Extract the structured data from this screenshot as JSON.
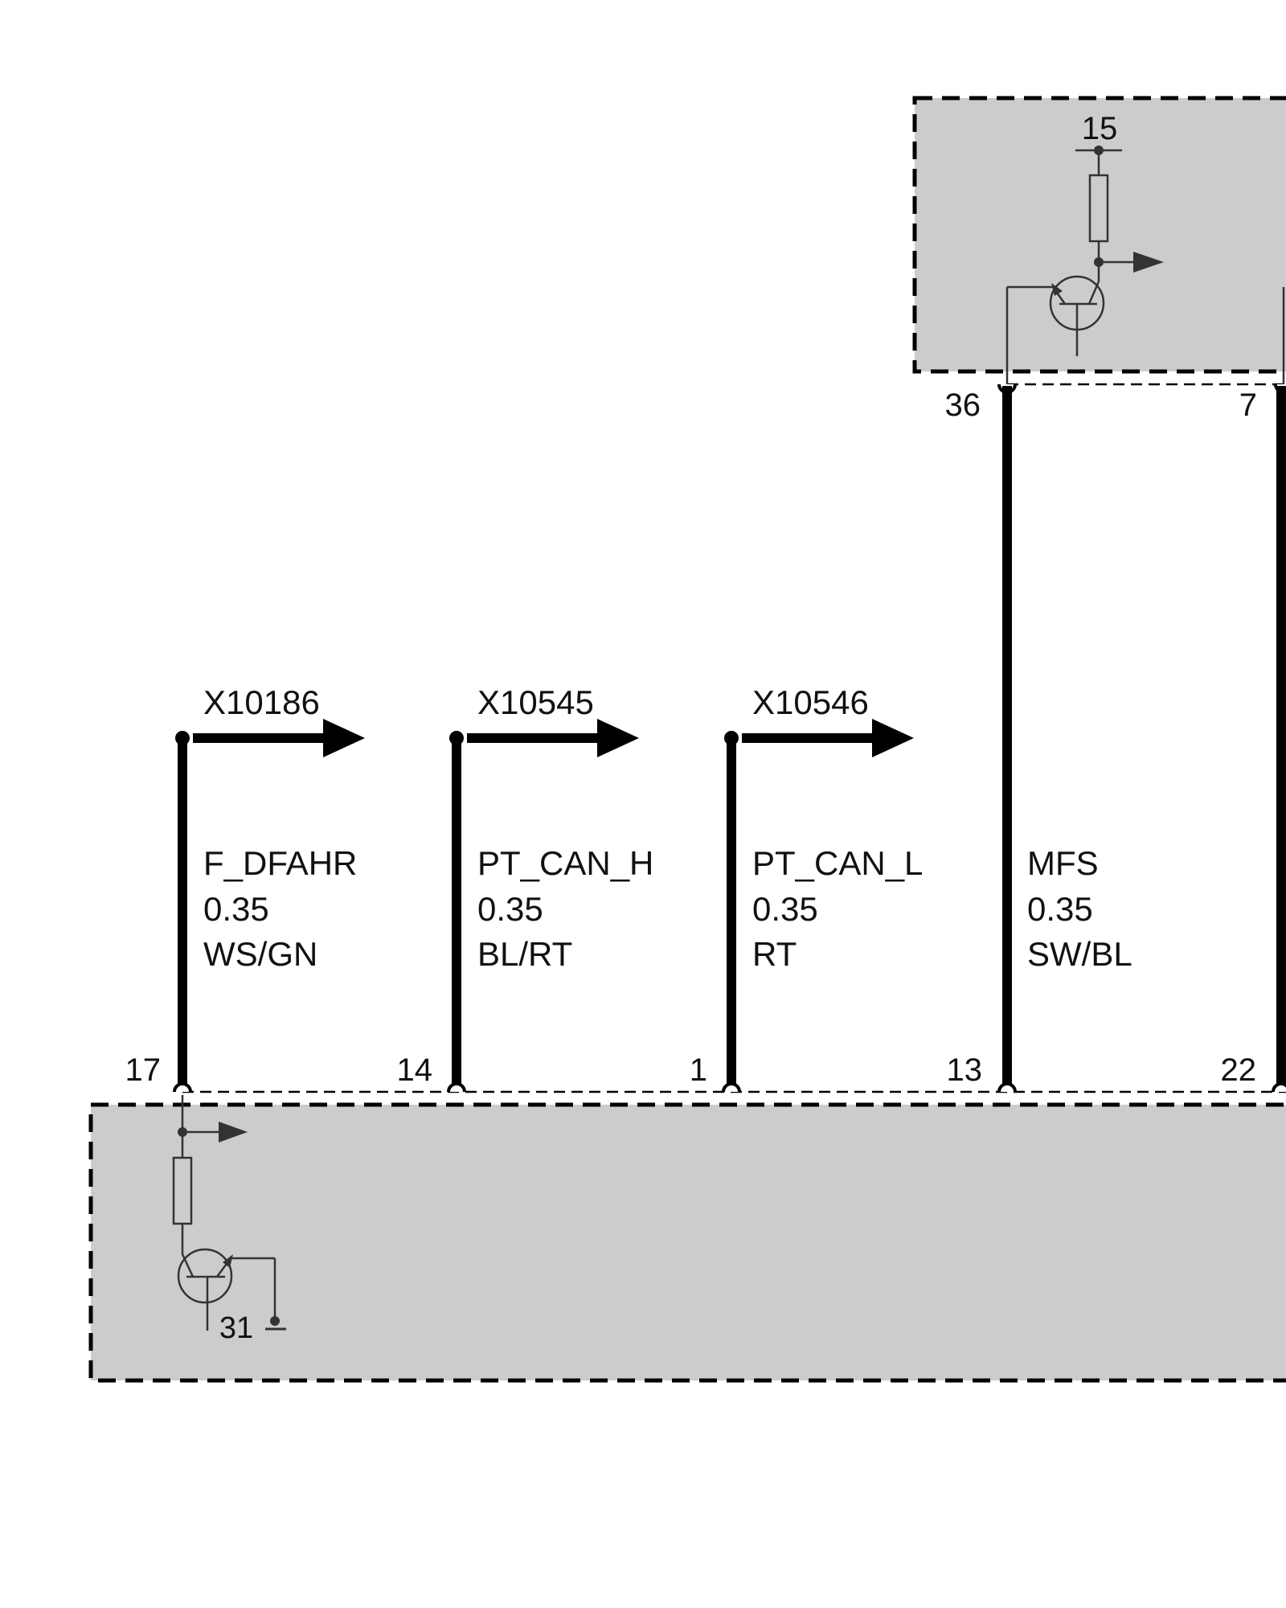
{
  "colors": {
    "module_fill": "#cccccc",
    "wire": "#000000",
    "symbol": "#333333"
  },
  "top_module": {
    "supply_label": "15",
    "pins": [
      "36",
      "7"
    ]
  },
  "bottom_module": {
    "ground_label": "31",
    "pins": [
      "17",
      "14",
      "1",
      "13",
      "22"
    ]
  },
  "wires": [
    {
      "connector": "X10186",
      "signal": "F_DFAHR",
      "gauge": "0.35",
      "color_code": "WS/GN"
    },
    {
      "connector": "X10545",
      "signal": "PT_CAN_H",
      "gauge": "0.35",
      "color_code": "BL/RT"
    },
    {
      "connector": "X10546",
      "signal": "PT_CAN_L",
      "gauge": "0.35",
      "color_code": "RT"
    },
    {
      "connector": "",
      "signal": "MFS",
      "gauge": "0.35",
      "color_code": "SW/BL"
    }
  ],
  "icons": {
    "resistor": "resistor-icon",
    "transistor": "transistor-icon",
    "ground": "ground-icon",
    "arrow": "arrow-icon"
  }
}
